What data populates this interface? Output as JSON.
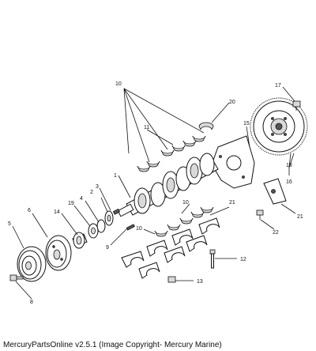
{
  "footer": "MercuryPartsOnline v2.5.1 (Image Copyright- Mercury Marine)",
  "callouts": {
    "c1": "1",
    "c2": "2",
    "c3": "3",
    "c4": "4",
    "c5": "5",
    "c6": "6",
    "c8": "8",
    "c9": "9",
    "c10a": "10",
    "c10b": "10",
    "c10c": "10",
    "c11": "11",
    "c12": "12",
    "c13": "13",
    "c14": "14",
    "c15": "15",
    "c16": "16",
    "c17": "17",
    "c18": "18",
    "c19": "19",
    "c20": "20",
    "c21a": "21",
    "c21b": "21",
    "c22": "22"
  }
}
